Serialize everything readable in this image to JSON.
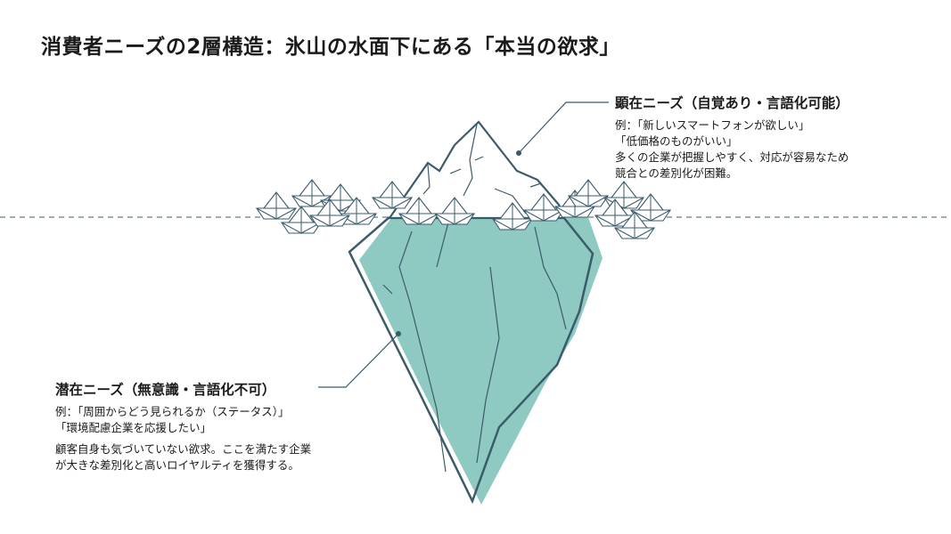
{
  "title": "消費者ニーズの2層構造：氷山の水面下にある「本当の欲求」",
  "explicit": {
    "heading": "顕在ニーズ（自覚あり・言語化可能）",
    "example1": "例：「新しいスマートフォンが欲しい」",
    "example2": "「低価格のものがいい」",
    "desc1": "多くの企業が把握しやすく、対応が容易なため",
    "desc2": "競合との差別化が困難。"
  },
  "latent": {
    "heading": "潜在ニーズ（無意識・言語化不可）",
    "example1": "例：「周囲からどう見られるか（ステータス）」",
    "example2": "「環境配慮企業を応援したい」",
    "desc1": "顧客自身も気づいていない欲求。ここを満たす企業",
    "desc2": "が大きな差別化と高いロイヤルティを獲得する。"
  },
  "colors": {
    "line": "#3b5b6b",
    "teal": "#8ecac1"
  }
}
